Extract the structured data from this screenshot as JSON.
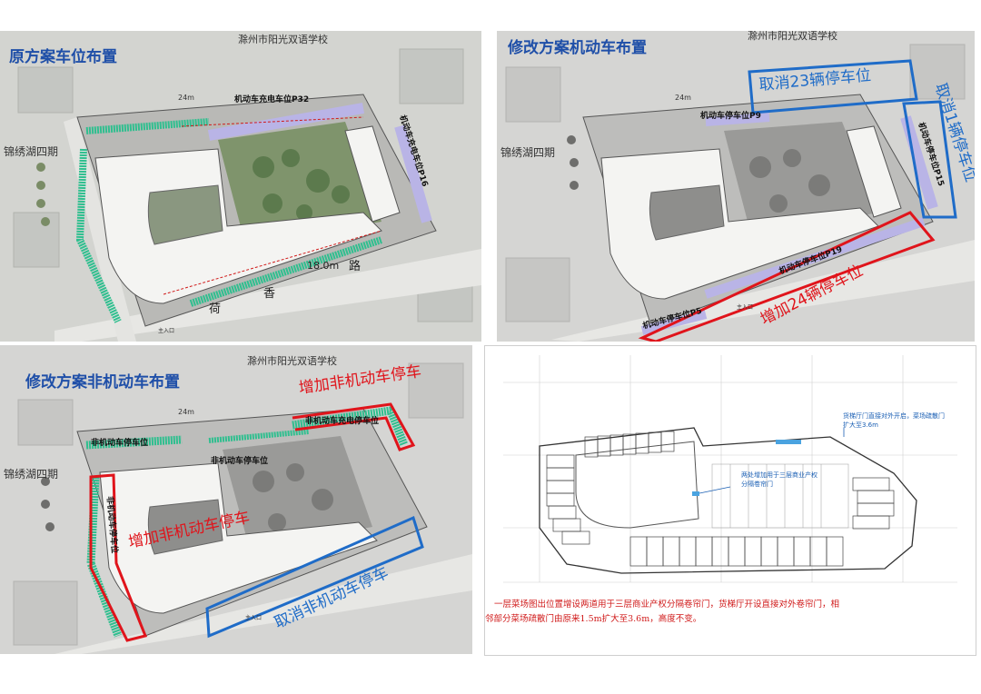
{
  "panel1": {
    "title": "原方案车位布置",
    "school": "滁州市阳光双语学校",
    "lake": "锦绣湖四期",
    "road_name_1": "荷",
    "road_name_2": "香",
    "road_name_3": "路",
    "road_width": "18.0m",
    "top_width": "24m",
    "label_p32": "机动车充电车位P32",
    "label_p16": "机动车充电车位P16",
    "entrance": "主入口"
  },
  "panel2": {
    "title": "修改方案机动车布置",
    "school": "滁州市阳光双语学校",
    "lake": "锦绣湖四期",
    "top_width": "24m",
    "label_p9": "机动车停车位P9",
    "label_p15": "机动车停车位P15",
    "label_p19": "机动车停车位P19",
    "label_p5": "机动车停车位P5",
    "cancel23": "取消23辆停车位",
    "cancel1": "取消1辆停车位",
    "add24": "增加24辆停车位",
    "entrance": "主入口"
  },
  "panel3": {
    "title": "修改方案非机动车布置",
    "school": "滁州市阳光双语学校",
    "lake": "锦绣湖四期",
    "top_width": "24m",
    "label_nm1": "非机动车停车位",
    "label_nm2": "非机动车停车位",
    "label_charge": "非机动车充电停车位",
    "label_left": "非机动车停车位",
    "add_top": "增加非机动车停车",
    "add_left": "增加非机动车停车",
    "cancel": "取消非机动车停车",
    "entrance": "主入口"
  },
  "panel4": {
    "note_top": "货梯厅门直接对外开启，菜场疏散门扩大至3.6m",
    "note_mid": "两处增加用于三层商业产权分隔卷帘门",
    "caption_line1": "一层菜场图出位置增设两道用于三层商业产权分隔卷帘门，货梯厅开设直接对外卷帘门，相",
    "caption_line2": "邻部分菜场疏散门由原来1.5m扩大至3.6m，高度不变。"
  },
  "colors": {
    "title_blue": "#1f4fa8",
    "overlay_blue": "#1f6cc8",
    "overlay_red": "#e0141b",
    "parking_green": "#2fbf8f",
    "parking_purple": "#b9b4e6"
  }
}
